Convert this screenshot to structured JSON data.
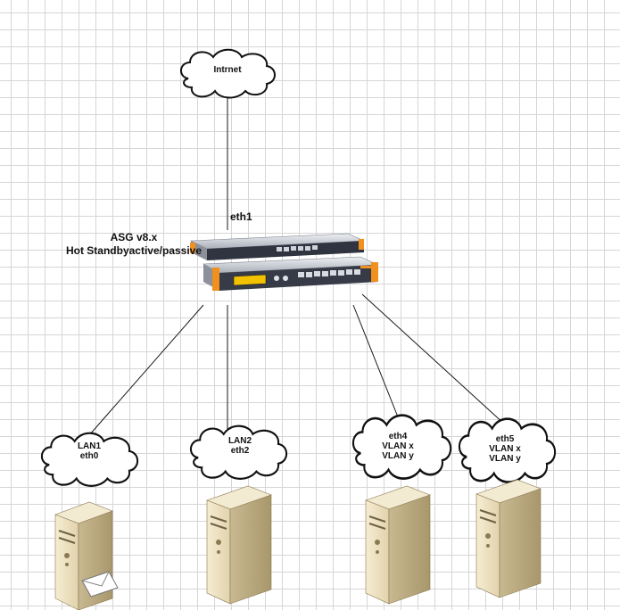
{
  "internet_cloud": {
    "label": "Intrnet"
  },
  "firewall": {
    "title_line1": "ASG v8.x",
    "title_line2": "Hot Standbyactive/passive",
    "uplink_label": "eth1"
  },
  "networks": [
    {
      "label": "LAN1\neth0"
    },
    {
      "label": "LAN2\neth2"
    },
    {
      "label": "eth4\nVLAN x\nVLAN y"
    },
    {
      "label": "eth5\nVLAN x\nVLAN y"
    }
  ],
  "colors": {
    "line": "#1a1a1a",
    "appliance_silver": "#c9ced6",
    "appliance_front": "#2f3440",
    "appliance_accent": "#f0901e",
    "lcd": "#f2c200",
    "server_body": "#efe3c4",
    "server_shadow": "#b8a678"
  }
}
